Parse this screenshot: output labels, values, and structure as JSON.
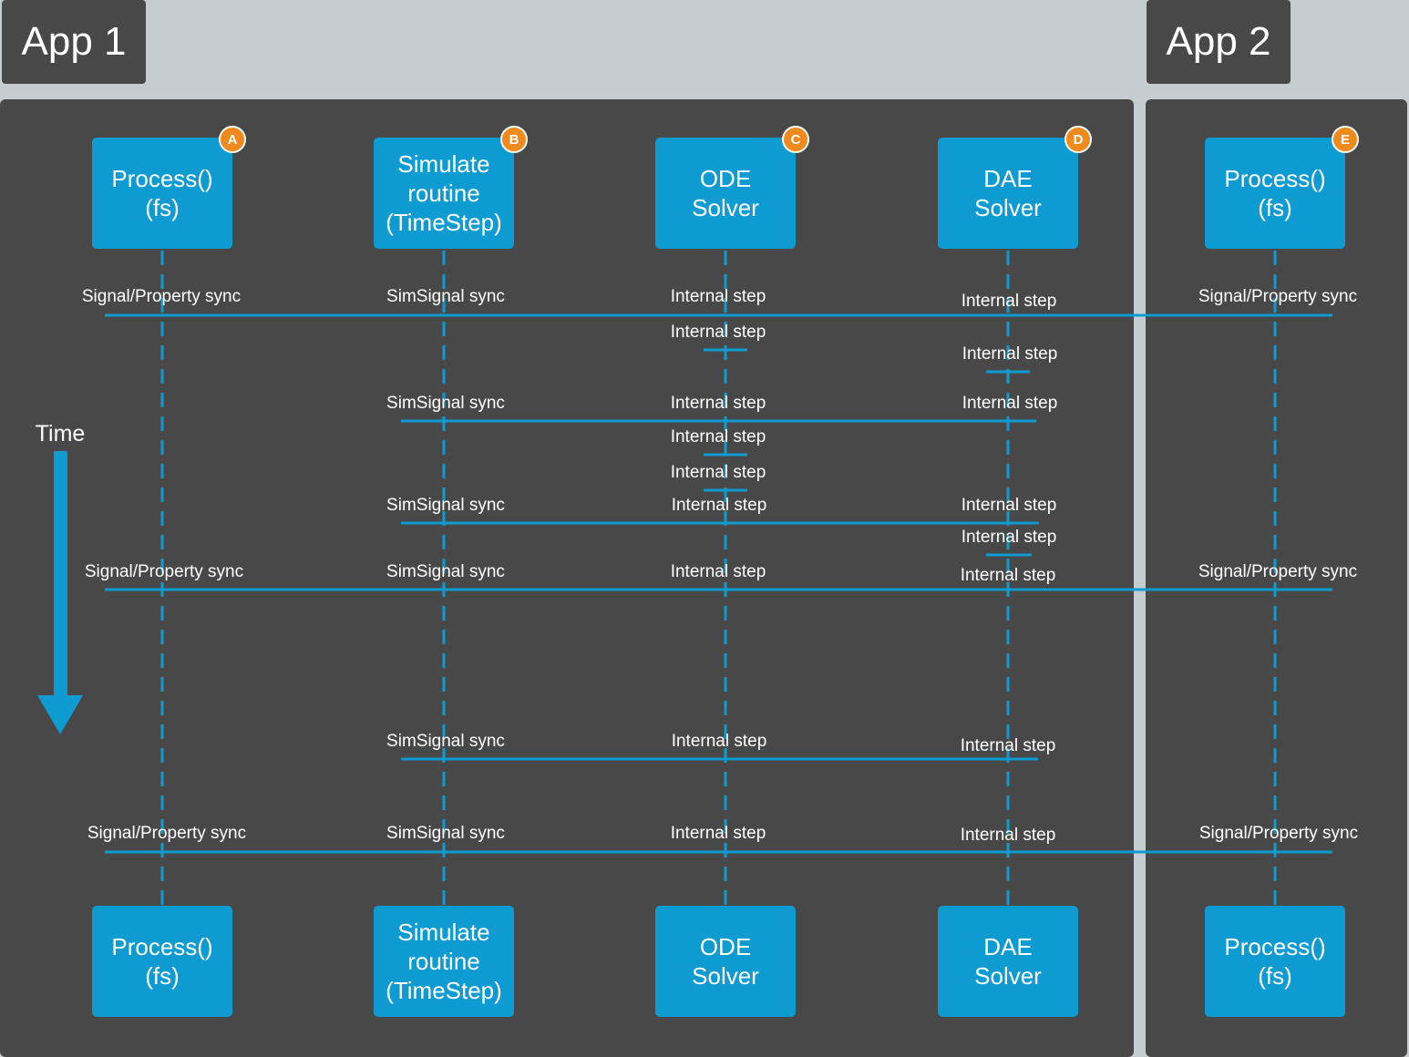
{
  "apps": [
    {
      "id": "app1",
      "title": "App 1"
    },
    {
      "id": "app2",
      "title": "App 2"
    }
  ],
  "colors": {
    "background": "#c5cdd0",
    "panel": "#484848",
    "accent": "#0e9bd2",
    "badge": "#f08a1c",
    "text": "#ffffff"
  },
  "time_label": "Time",
  "participants": [
    {
      "id": "process1",
      "lines": [
        "Process()",
        "(fs)"
      ],
      "badge": "A"
    },
    {
      "id": "simulate",
      "lines": [
        "Simulate",
        "routine",
        "(TimeStep)"
      ],
      "badge": "B"
    },
    {
      "id": "ode",
      "lines": [
        "ODE",
        "Solver"
      ],
      "badge": "C"
    },
    {
      "id": "dae",
      "lines": [
        "DAE",
        "Solver"
      ],
      "badge": "D"
    },
    {
      "id": "process2",
      "lines": [
        "Process()",
        "(fs)"
      ],
      "badge": "E"
    }
  ],
  "sync_lines": [
    {
      "name": "sync-line-1",
      "from": "process1",
      "to": "process2"
    },
    {
      "name": "sync-line-2",
      "from": "ode",
      "to": "ode"
    },
    {
      "name": "sync-line-3",
      "from": "dae",
      "to": "dae"
    },
    {
      "name": "sync-line-4",
      "from": "simulate",
      "to": "dae"
    },
    {
      "name": "sync-line-5",
      "from": "ode",
      "to": "ode"
    },
    {
      "name": "sync-line-6",
      "from": "ode",
      "to": "ode"
    },
    {
      "name": "sync-line-7",
      "from": "simulate",
      "to": "dae"
    },
    {
      "name": "sync-line-8",
      "from": "dae",
      "to": "dae"
    },
    {
      "name": "sync-line-9",
      "from": "process1",
      "to": "process2"
    },
    {
      "name": "sync-line-10",
      "from": "simulate",
      "to": "dae"
    },
    {
      "name": "sync-line-11",
      "from": "process1",
      "to": "process2"
    }
  ],
  "labels": [
    "Signal/Property sync",
    "SimSignal sync",
    "Internal step",
    "Internal step",
    "Signal/Property sync",
    "Internal step",
    "Internal step",
    "SimSignal sync",
    "Internal step",
    "Internal step",
    "Internal step",
    "Internal step",
    "SimSignal sync",
    "Internal step",
    "Internal step",
    "Internal step",
    "Signal/Property sync",
    "SimSignal sync",
    "Internal step",
    "Internal step",
    "Signal/Property sync",
    "SimSignal sync",
    "Internal step",
    "Internal step",
    "Signal/Property sync",
    "SimSignal sync",
    "Internal step",
    "Internal step",
    "Signal/Property sync"
  ]
}
